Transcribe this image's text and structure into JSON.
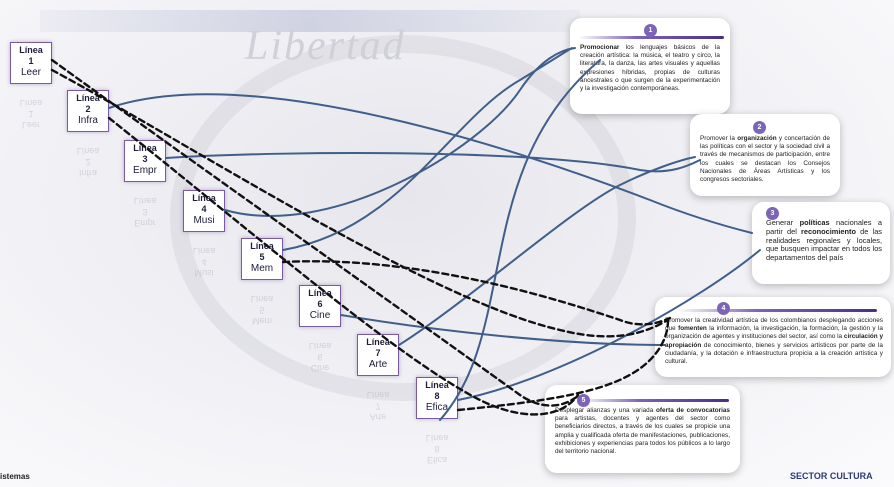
{
  "watermark": "Libertad",
  "lineas": [
    {
      "label": "Línea",
      "num": "1",
      "name": "Leer"
    },
    {
      "label": "Línea",
      "num": "2",
      "name": "Infra"
    },
    {
      "label": "Línea",
      "num": "3",
      "name": "Empr"
    },
    {
      "label": "Línea",
      "num": "4",
      "name": "Musi"
    },
    {
      "label": "Línea",
      "num": "5",
      "name": "Mem"
    },
    {
      "label": "Línea",
      "num": "6",
      "name": "Cine"
    },
    {
      "label": "Línea",
      "num": "7",
      "name": "Arte"
    },
    {
      "label": "Línea",
      "num": "8",
      "name": "Efica"
    }
  ],
  "objectives": [
    {
      "num": "1",
      "bold": "Promocionar",
      "text": " los lenguajes básicos de la creación artística: la música, el teatro y circo, la literatura, la danza, las artes visuales y aquellas expresiones híbridas, propias de culturas ancestrales o que surgen de la experimentación y la investigación contemporáneas."
    },
    {
      "num": "2",
      "pre": "Promover la ",
      "bold": "organización",
      "text": " y concertación de las políticas con el sector y la sociedad civil a través de mecanismos de participación, entre los cuales se destacan los Consejos Nacionales de Áreas Artísticas y los congresos sectoriales."
    },
    {
      "num": "3",
      "pre": "Generar ",
      "bold": "políticas",
      "mid": " nacionales a partir del ",
      "bold2": "reconocimiento",
      "text": " de las realidades regionales y locales, que busquen impactar en todos los departamentos del país"
    },
    {
      "num": "4",
      "pre": "Promover la creatividad artística de los colombianos desplegando acciones que ",
      "bold": "fomenten",
      "mid": " la información, la investigación, la formación, la gestión y la organización de agentes y instituciones del sector, así como la ",
      "bold2": "circulación y apropiación",
      "text": " de conocimiento, bienes y servicios artísticos por parte de la ciudadanía, y la dotación e infraestructura propicia a la creación artística y cultural."
    },
    {
      "num": "5",
      "pre": "Desplegar alianzas y una variada ",
      "bold": "oferta de convocatorias",
      "text": " para artistas, docentes y agentes del sector como beneficiarios directos, a través de los cuales se propicie una amplia y cualificada oferta de manifestaciones, publicaciones, exhibiciones y experiencias para todos los públicos a lo largo del territorio nacional."
    }
  ],
  "footer": {
    "left": "istemas",
    "right": "SECTOR CULTURA"
  },
  "colors": {
    "solid_line": "#3f5f8a",
    "dashed_line": "#111111",
    "accent": "#7c64b6",
    "box_border": "#7a5aa0"
  }
}
